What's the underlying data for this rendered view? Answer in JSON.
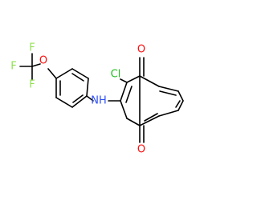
{
  "molecule": {
    "atoms": {
      "o_top": {
        "symbol": "O",
        "color": "#ff0d0d"
      },
      "o_bottom": {
        "symbol": "O",
        "color": "#ff0d0d"
      },
      "cl": {
        "symbol": "Cl",
        "color": "#1fc01f"
      },
      "nh": {
        "symbol": "NH",
        "color": "#3050f8"
      },
      "o_ether": {
        "symbol": "O",
        "color": "#ff0d0d"
      },
      "f1": {
        "symbol": "F",
        "color": "#90e050"
      },
      "f2": {
        "symbol": "F",
        "color": "#90e050"
      },
      "f3": {
        "symbol": "F",
        "color": "#90e050"
      }
    },
    "bond_color": "#000000"
  }
}
